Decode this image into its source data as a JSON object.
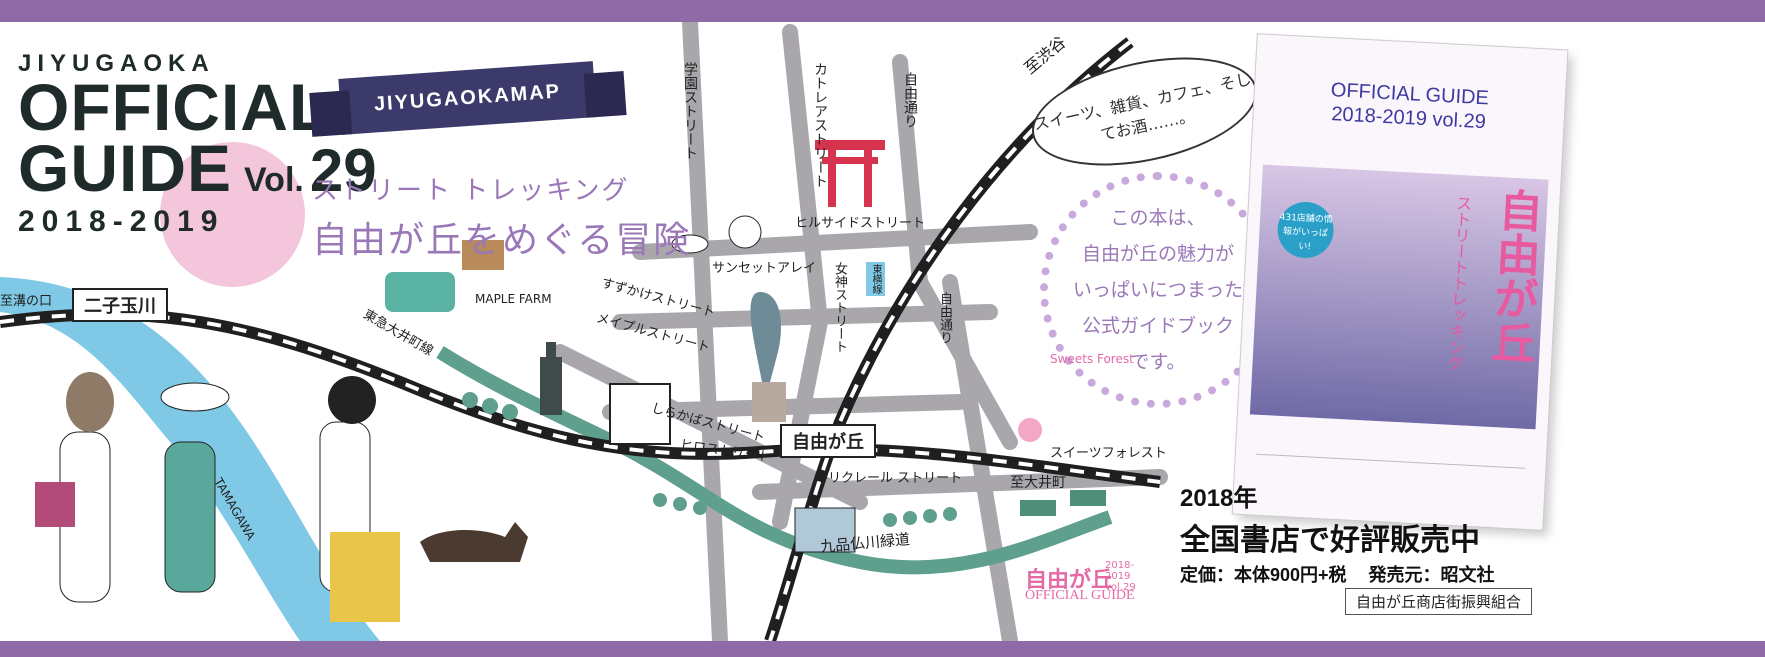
{
  "header": {
    "city_en": "JIYUGAOKA",
    "official": "OFFICIAL",
    "guide": "GUIDE",
    "vol_label": "Vol.",
    "vol_number": "29",
    "years": "2018-2019"
  },
  "ribbon": {
    "text": "JIYUGAOKAMAP"
  },
  "subtitle": {
    "line1": "ストリート トレッキング",
    "line2": "自由が丘をめぐる冒険"
  },
  "bubbles": {
    "top": "スイーツ、雑貨、カフェ、そしてお酒……。",
    "main_lines": [
      "この本は、",
      "自由が丘の魅力が",
      "いっぱいにつまった",
      "公式ガイドブック",
      "です。"
    ]
  },
  "book": {
    "title_line1": "OFFICIAL GUIDE",
    "title_line2": "2018-2019 vol.29",
    "cover_badge": "431店舗の情報がいっぱい!",
    "cover_text": "自由が丘",
    "cover_subtext": "ストリートトレッキング"
  },
  "map": {
    "streets": {
      "gakuen": "学園ストリート",
      "katrea": "カトレアストリート",
      "jiyu_dori_top": "自由通り",
      "to_shibuya": "至渋谷",
      "hillside": "ヒルサイドストリート",
      "sunset": "サンセットアレイ",
      "suzukake": "すずかけストリート",
      "maple": "メイプルストリート",
      "megami": "女神ストリート",
      "jiyu_dori_mid": "自由通り",
      "shirakaba": "しらかばストリート",
      "hiro": "ヒロストリート",
      "marie_claire": "マリクレール ストリート",
      "sweets_forest": "スイーツフォレスト",
      "to_ooimachi": "至大井町",
      "kuhonbutsu": "九品仏川緑道",
      "toyoko": "東急大井町線",
      "tama_river": "TAMAGAWA",
      "mizonokuchi": "至溝の口",
      "maple_farm": "MAPLE FARM",
      "sweets_arch": "Sweets Forest"
    },
    "stations": {
      "futako": "二子玉川",
      "jiyugaoka": "自由が丘"
    },
    "line_labels": {
      "toyoko_small": "東横線"
    }
  },
  "sales": {
    "year": "2018年",
    "headline": "全国書店で好評販売中",
    "price": "定価：本体900円+税",
    "publisher": "発売元：昭文社",
    "organization": "自由が丘商店街振興組合"
  },
  "logo": {
    "main": "自由が丘",
    "years": "2018-2019 vol.29",
    "sub": "OFFICIAL GUIDE"
  },
  "colors": {
    "band": "#8e6aa6",
    "accent_purple": "#9a78b8",
    "river": "#6fc3e0",
    "green_path": "#5f9f8e",
    "pink": "#e46aa6"
  }
}
